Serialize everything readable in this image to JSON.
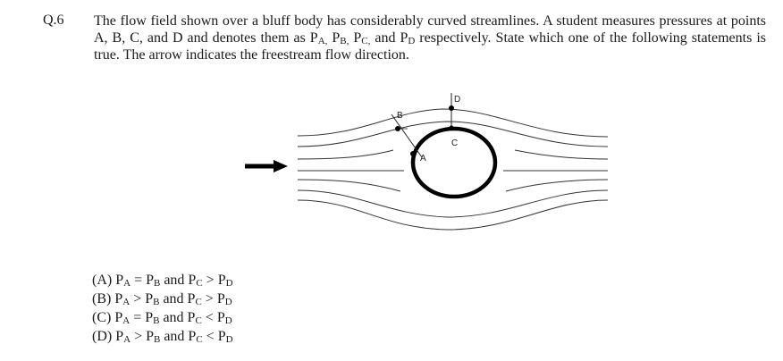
{
  "question": {
    "number": "Q.6",
    "stem": {
      "s1": "The flow field shown over a bluff body has considerably curved streamlines. A student measures pressures at points A, B, C, and D and denotes them as P",
      "sub1": "A,",
      "s2": " P",
      "sub2": "B,",
      "s3": " P",
      "sub3": "C,",
      "s4": " and P",
      "sub4": "D",
      "s5": " respectively.  State which one of the following statements is true. The arrow indicates the freestream flow direction."
    },
    "figure": {
      "labels": {
        "a": "A",
        "b": "B",
        "c": "C",
        "d": "D"
      }
    },
    "options": [
      {
        "prefix": "(A) P",
        "s1": "A",
        "mid1": " = P",
        "s2": "B",
        "mid2": " and P",
        "s3": "C",
        "mid3": " > P",
        "s4": "D"
      },
      {
        "prefix": "(B) P",
        "s1": "A",
        "mid1": " > P",
        "s2": "B",
        "mid2": " and P",
        "s3": "C",
        "mid3": " > P",
        "s4": "D"
      },
      {
        "prefix": "(C) P",
        "s1": "A",
        "mid1": " = P",
        "s2": "B",
        "mid2": " and P",
        "s3": "C",
        "mid3": " < P",
        "s4": "D"
      },
      {
        "prefix": "(D) P",
        "s1": "A",
        "mid1": " > P",
        "s2": "B",
        "mid2": " and P",
        "s3": "C",
        "mid3": " < P",
        "s4": "D"
      }
    ]
  }
}
